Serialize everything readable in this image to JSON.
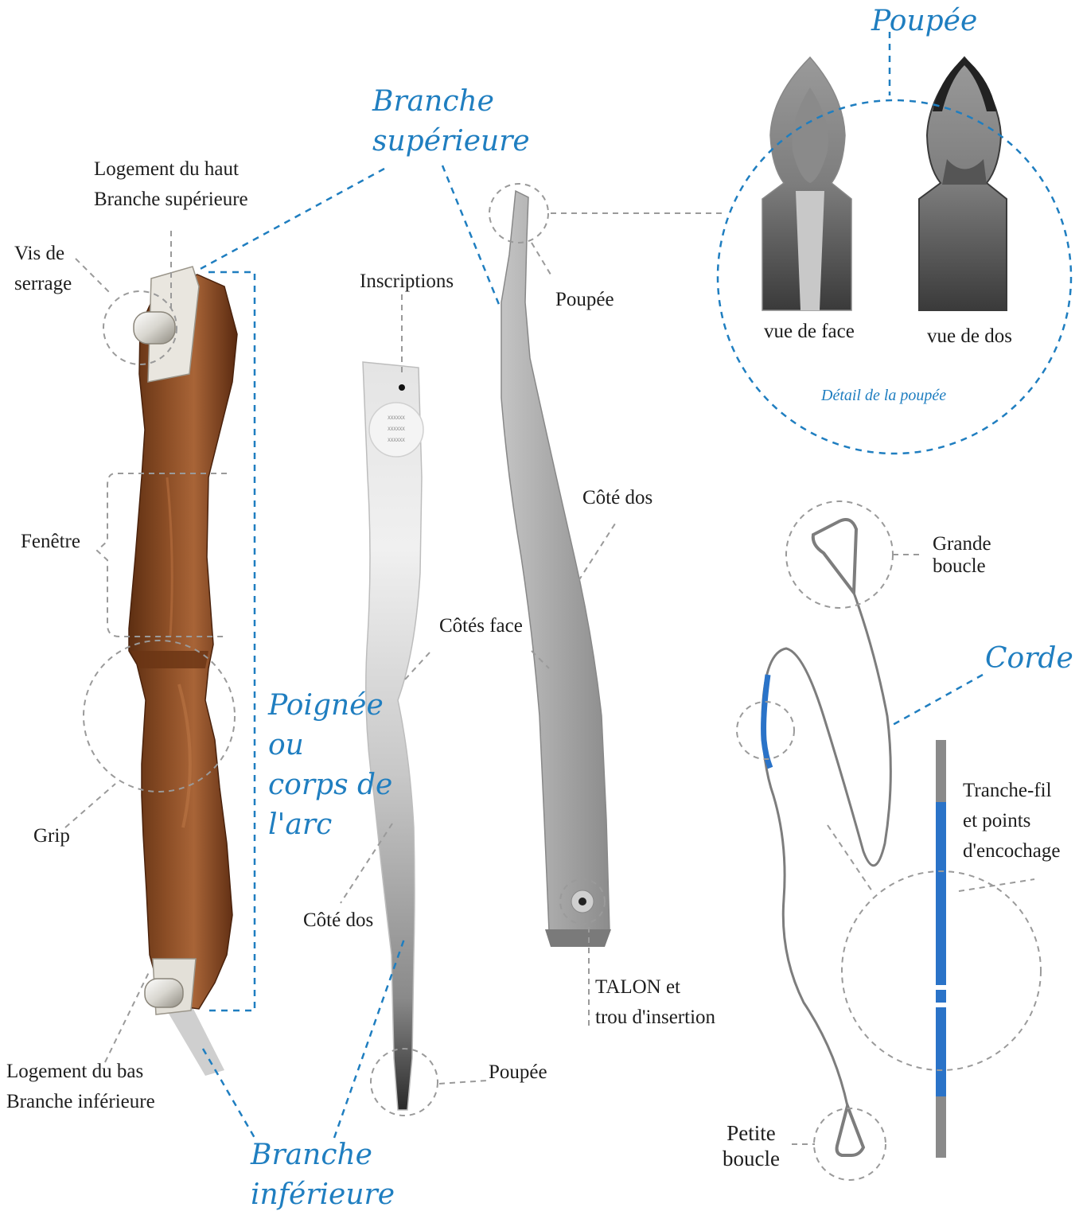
{
  "titles": {
    "branche_superieure": "Branche\nsupérieure",
    "poupee": "Poupée",
    "poignee": "Poignée\nou\ncorps de\nl'arc",
    "corde": "Corde",
    "branche_inferieure": "Branche\ninférieure"
  },
  "labels": {
    "logement_haut": "Logement du haut\nBranche supérieure",
    "vis_de_serrage": "Vis de\nserrage",
    "fenetre": "Fenêtre",
    "grip": "Grip",
    "logement_bas": "Logement du bas\nBranche inférieure",
    "inscriptions": "Inscriptions",
    "poupee_upper": "Poupée",
    "cote_dos_upper": "Côté dos",
    "cotes_face": "Côtés face",
    "cote_dos_lower": "Côté dos",
    "poupee_lower": "Poupée",
    "talon": "TALON et\ntrou d'insertion",
    "vue_de_face": "vue de face",
    "vue_de_dos": "vue de dos",
    "grande_boucle": "Grande\nboucle",
    "tranche_fil": "Tranche-fil\net points\nd'encochage",
    "petite_boucle": "Petite\nboucle"
  },
  "caption": "Détail de la poupée",
  "limb_inscription": "XXXXXX XXXXXX XXXXXX",
  "colors": {
    "accent_blue": "#1f7ec0",
    "wood": "#8a4a22",
    "wood_dark": "#5a2c12",
    "limb_gray": "#9a9a9a",
    "string_gray": "#7d7d7d",
    "serving_blue": "#2a73c8",
    "guide_gray": "#8e8e8e"
  }
}
